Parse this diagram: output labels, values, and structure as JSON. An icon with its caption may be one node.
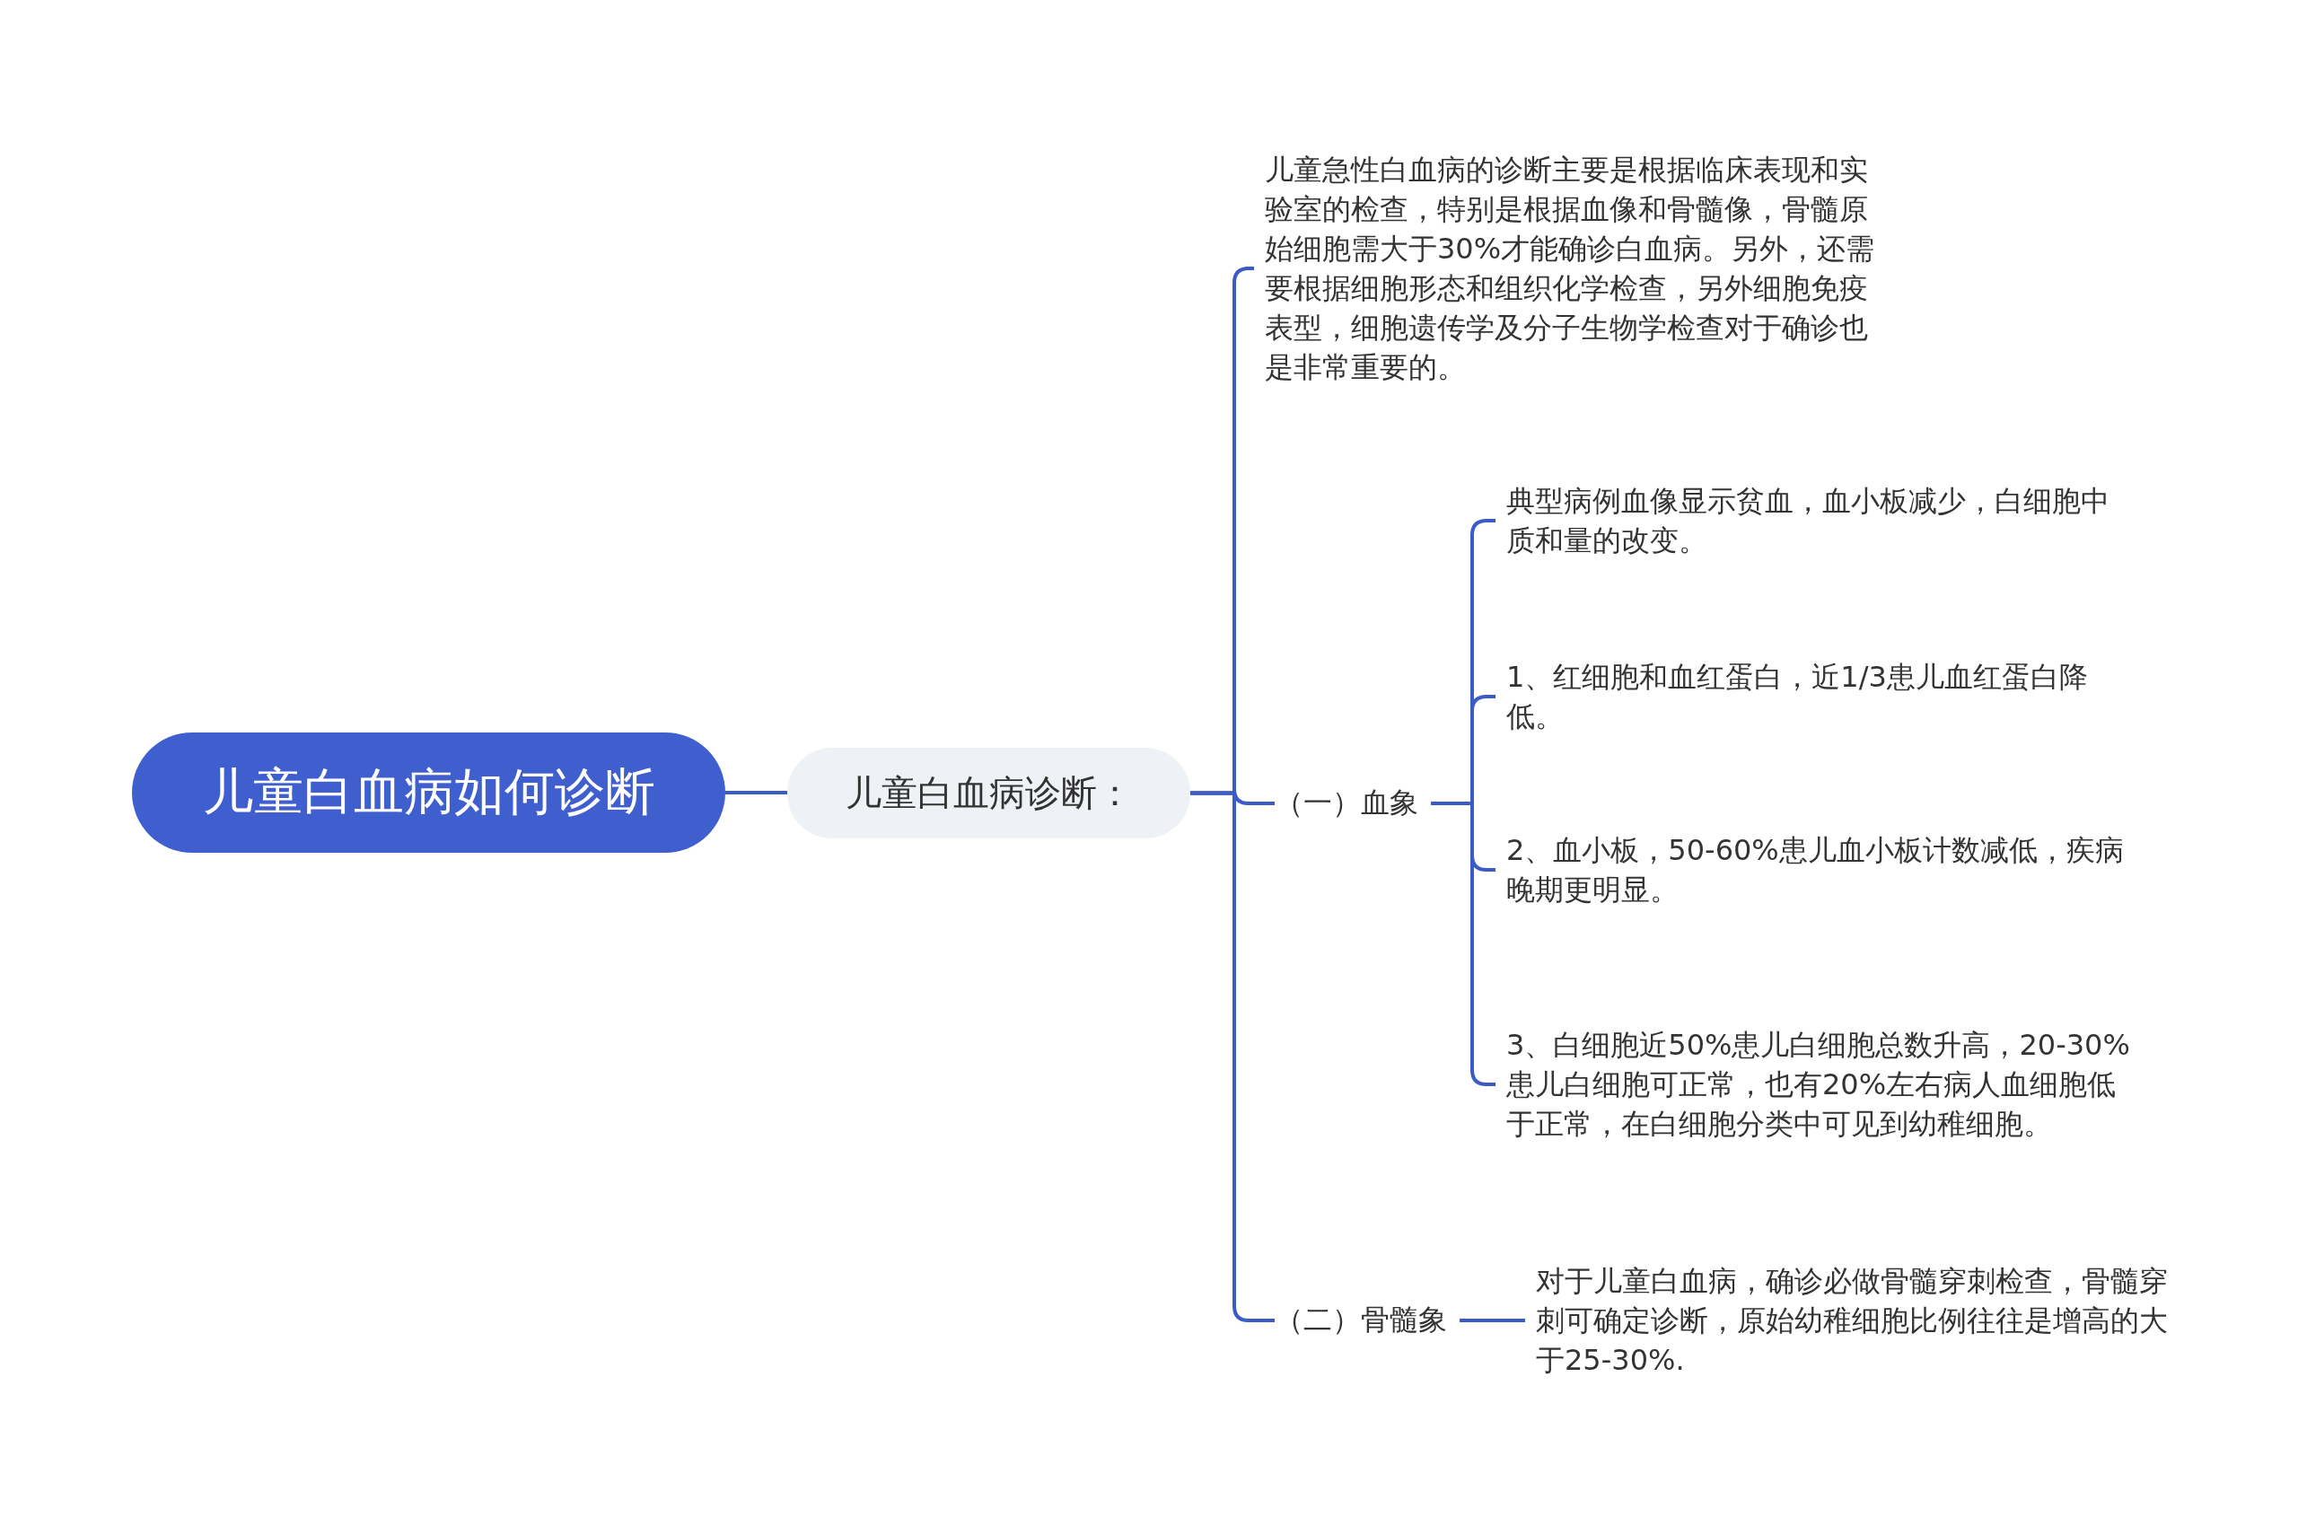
{
  "diagram": {
    "nodes": [
      {
        "text": [
          "儿童白血病如何诊断"
        ]
      },
      {
        "text": [
          "儿童白血病诊断："
        ]
      },
      {
        "text": [
          "儿童急性白血病的诊断主要是根据临床表现和实验室的检查，特别是根据血像和骨髓像，骨髓原始细胞需大于30%才能确诊白血病。另外，还需要根据细胞形态和组织化学检查，另外细胞免疫表型，细胞遗传学及分子生物学检查对于确诊也是非常重要的。"
        ]
      },
      {
        "text": [
          "（一）血象"
        ]
      },
      {
        "text": [
          "（二）骨髓象"
        ]
      },
      {
        "text": [
          "典型病例血像显示贫血，血小板减少，白细胞中质和量的改变。"
        ]
      },
      {
        "text": [
          "1、红细胞和血红蛋白，近1/3患儿血红蛋白降低。"
        ]
      },
      {
        "text": [
          "2、血小板，50-60%患儿血小板计数减低，疾病晚期更明显。"
        ]
      },
      {
        "text": [
          "3、白细胞近50%患儿白细胞总数升高，20-30%患儿白细胞可正常，也有20%左右病人血细胞低于正常，在白细胞分类中可见到幼稚细胞。"
        ]
      },
      {
        "text": [
          "对于儿童白血病，确诊必做骨髓穿刺检查，骨髓穿刺可确定诊断，原始幼稚细胞比例往往是增高的大于25-30%."
        ]
      }
    ],
    "edges": [
      {
        "from": 0,
        "to": 1,
        "arrow": "none"
      },
      {
        "from": 1,
        "to": 2,
        "arrow": "none"
      },
      {
        "from": 1,
        "to": 3,
        "arrow": "none"
      },
      {
        "from": 1,
        "to": 4,
        "arrow": "none"
      },
      {
        "from": 3,
        "to": 5,
        "arrow": "none"
      },
      {
        "from": 3,
        "to": 6,
        "arrow": "none"
      },
      {
        "from": 3,
        "to": 7,
        "arrow": "none"
      },
      {
        "from": 3,
        "to": 8,
        "arrow": "none"
      },
      {
        "from": 4,
        "to": 9,
        "arrow": "none"
      }
    ]
  }
}
